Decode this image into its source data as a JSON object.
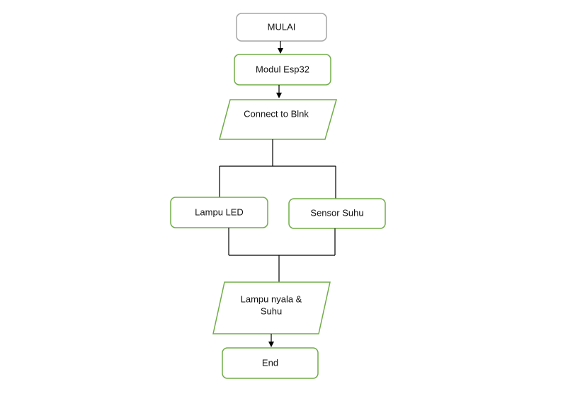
{
  "flowchart": {
    "start": {
      "label": "MULAI"
    },
    "module": {
      "label": "Modul Esp32"
    },
    "connect": {
      "label": "Connect to Blnk"
    },
    "led": {
      "label": "Lampu LED"
    },
    "sensor": {
      "label": "Sensor Suhu"
    },
    "output": {
      "label_line1": "Lampu nyala &",
      "label_line2": "Suhu"
    },
    "end": {
      "label": "End"
    }
  },
  "colors": {
    "start_border": "#a6a6a6",
    "node_border": "#70ad47",
    "connector": "#000000"
  }
}
